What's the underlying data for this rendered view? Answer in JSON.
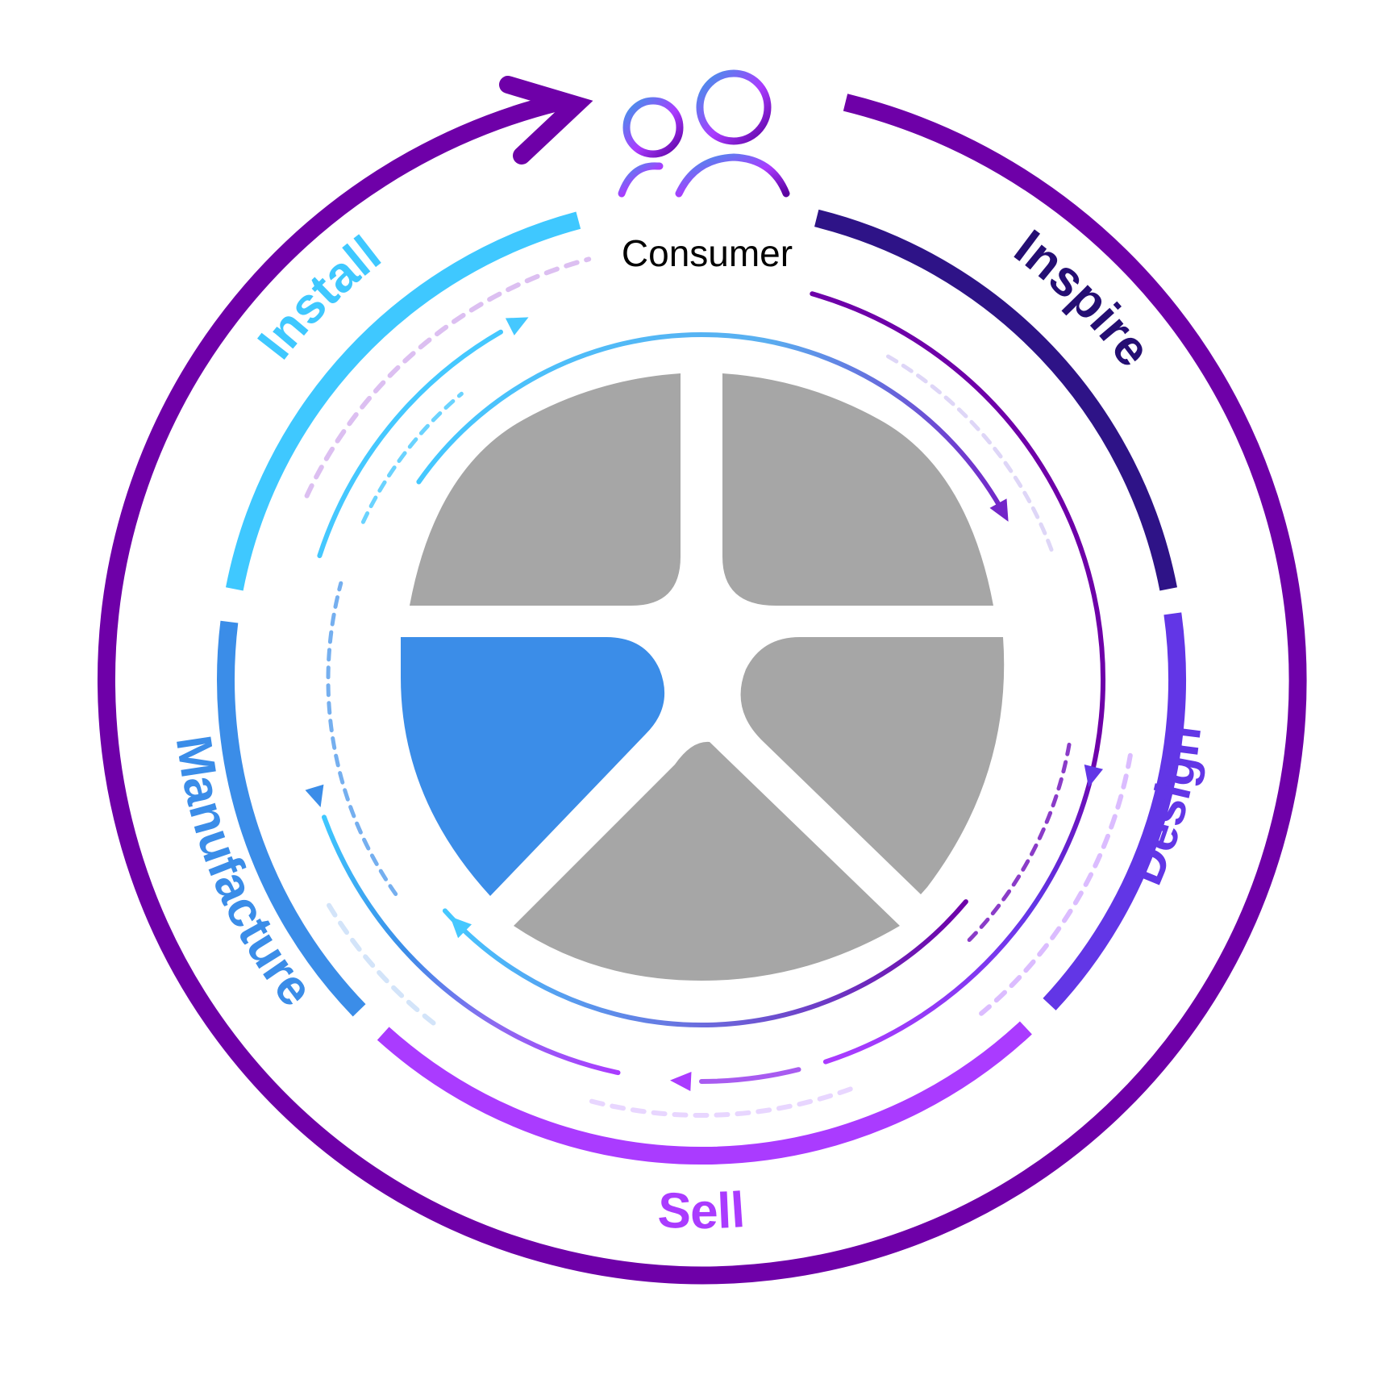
{
  "center_label": "Consumer",
  "center_icon": "people-icon",
  "stages": [
    {
      "id": "inspire",
      "label": "Inspire",
      "color": "#2E1387",
      "text_color": "#250E73",
      "start_deg": 14,
      "end_deg": 79
    },
    {
      "id": "design",
      "label": "Design",
      "color": "#6236E6",
      "text_color": "#6236E6",
      "start_deg": 82,
      "end_deg": 133
    },
    {
      "id": "sell",
      "label": "Sell",
      "color": "#AA3BFF",
      "text_color": "#AA3BFF",
      "start_deg": 137,
      "end_deg": 222
    },
    {
      "id": "manufacture",
      "label": "Manufacture",
      "color": "#3B8DE8",
      "text_color": "#3B8DE8",
      "start_deg": 226,
      "end_deg": 277
    },
    {
      "id": "install",
      "label": "Install",
      "color": "#3FC8FF",
      "text_color": "#3FC8FF",
      "start_deg": 281,
      "end_deg": 345
    }
  ],
  "colors": {
    "outer_ring": "#6E00A8",
    "pie_gray": "#A6A6A6",
    "pie_highlight": "#3B8DE8",
    "gradient_cyan": "#45C8FF",
    "gradient_blue": "#3B8DE8",
    "gradient_purple": "#AA3BFF",
    "gradient_deep": "#6E00A8"
  },
  "pie": {
    "slices": [
      {
        "id": "slice-top-left",
        "highlighted": false
      },
      {
        "id": "slice-top-right",
        "highlighted": false
      },
      {
        "id": "slice-right",
        "highlighted": false
      },
      {
        "id": "slice-bottom",
        "highlighted": false
      },
      {
        "id": "slice-left",
        "highlighted": true
      }
    ]
  }
}
